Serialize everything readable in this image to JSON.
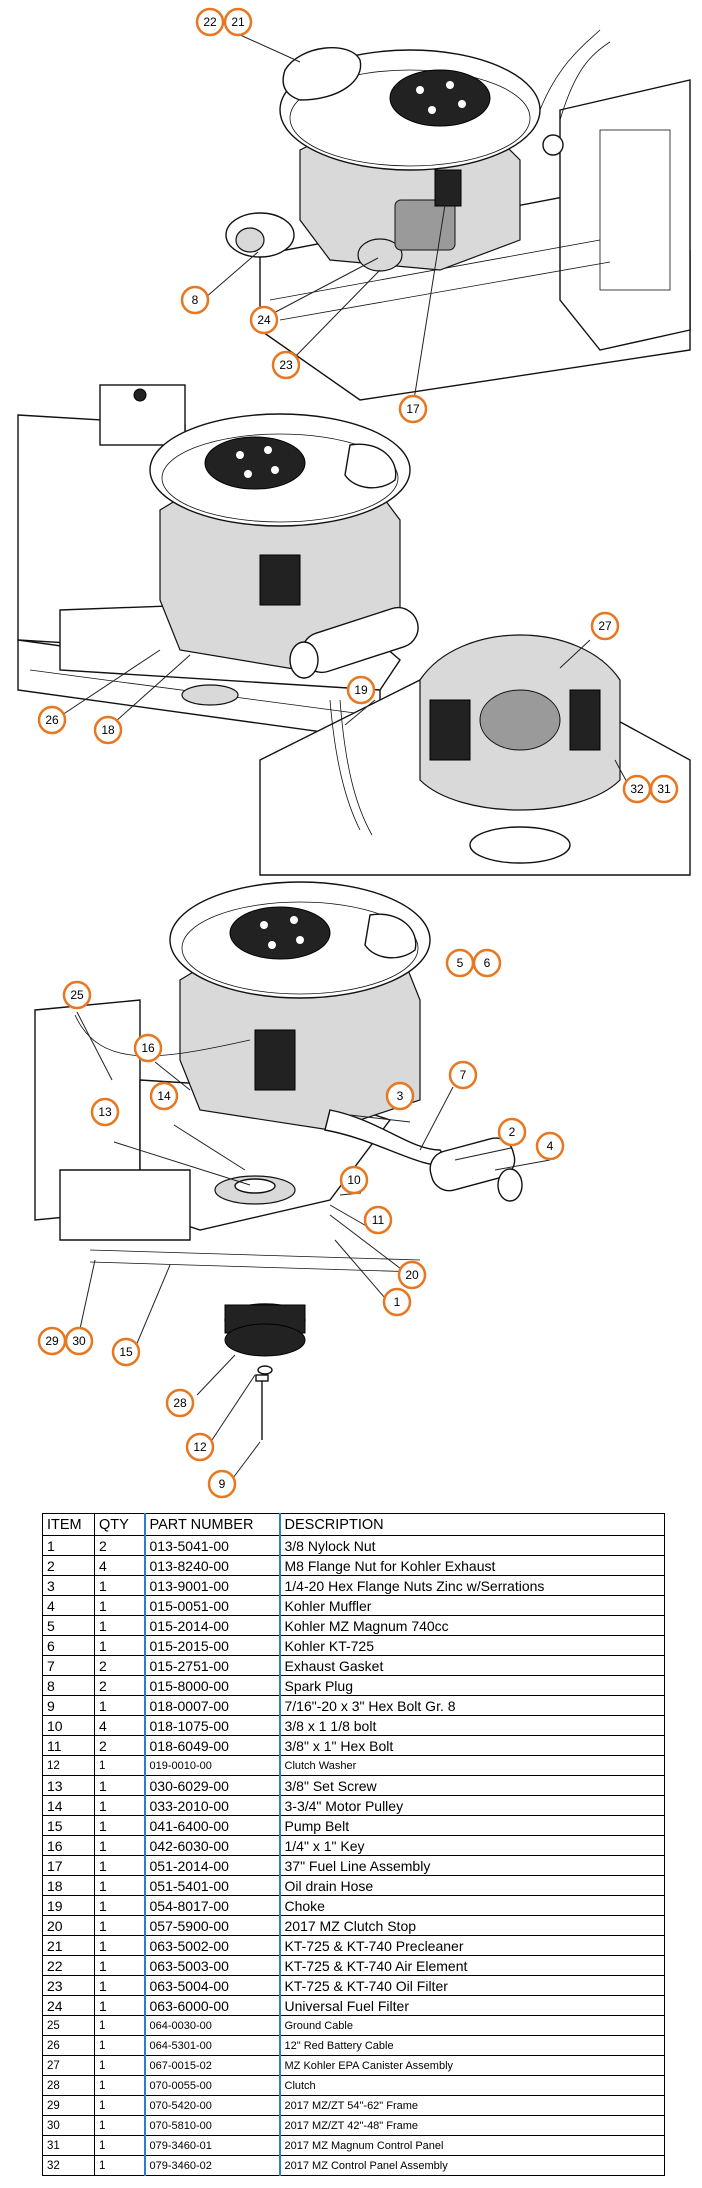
{
  "diagram": {
    "callouts": [
      {
        "id": "callout-22",
        "label": "22"
      },
      {
        "id": "callout-21",
        "label": "21"
      },
      {
        "id": "callout-8",
        "label": "8"
      },
      {
        "id": "callout-24",
        "label": "24"
      },
      {
        "id": "callout-23",
        "label": "23"
      },
      {
        "id": "callout-17",
        "label": "17"
      },
      {
        "id": "callout-26",
        "label": "26"
      },
      {
        "id": "callout-18",
        "label": "18"
      },
      {
        "id": "callout-27",
        "label": "27"
      },
      {
        "id": "callout-19",
        "label": "19"
      },
      {
        "id": "callout-32",
        "label": "32"
      },
      {
        "id": "callout-31",
        "label": "31"
      },
      {
        "id": "callout-5",
        "label": "5"
      },
      {
        "id": "callout-6",
        "label": "6"
      },
      {
        "id": "callout-25",
        "label": "25"
      },
      {
        "id": "callout-16",
        "label": "16"
      },
      {
        "id": "callout-7",
        "label": "7"
      },
      {
        "id": "callout-13",
        "label": "13"
      },
      {
        "id": "callout-14",
        "label": "14"
      },
      {
        "id": "callout-3",
        "label": "3"
      },
      {
        "id": "callout-2",
        "label": "2"
      },
      {
        "id": "callout-4",
        "label": "4"
      },
      {
        "id": "callout-10",
        "label": "10"
      },
      {
        "id": "callout-11",
        "label": "11"
      },
      {
        "id": "callout-20",
        "label": "20"
      },
      {
        "id": "callout-1",
        "label": "1"
      },
      {
        "id": "callout-29",
        "label": "29"
      },
      {
        "id": "callout-30",
        "label": "30"
      },
      {
        "id": "callout-15",
        "label": "15"
      },
      {
        "id": "callout-28",
        "label": "28"
      },
      {
        "id": "callout-12",
        "label": "12"
      },
      {
        "id": "callout-9",
        "label": "9"
      }
    ]
  },
  "table": {
    "headers": {
      "item": "ITEM",
      "qty": "QTY",
      "part_number": "PART NUMBER",
      "description": "DESCRIPTION"
    },
    "rows": [
      {
        "item": "1",
        "qty": "2",
        "pn": "013-5041-00",
        "desc": "3/8 Nylock Nut"
      },
      {
        "item": "2",
        "qty": "4",
        "pn": "013-8240-00",
        "desc": "M8 Flange Nut for Kohler Exhaust"
      },
      {
        "item": "3",
        "qty": "1",
        "pn": "013-9001-00",
        "desc": "1/4-20 Hex Flange Nuts Zinc w/Serrations"
      },
      {
        "item": "4",
        "qty": "1",
        "pn": "015-0051-00",
        "desc": "Kohler Muffler"
      },
      {
        "item": "5",
        "qty": "1",
        "pn": "015-2014-00",
        "desc": "Kohler MZ Magnum 740cc"
      },
      {
        "item": "6",
        "qty": "1",
        "pn": "015-2015-00",
        "desc": "Kohler KT-725"
      },
      {
        "item": "7",
        "qty": "2",
        "pn": "015-2751-00",
        "desc": "Exhaust Gasket"
      },
      {
        "item": "8",
        "qty": "2",
        "pn": "015-8000-00",
        "desc": "Spark Plug"
      },
      {
        "item": "9",
        "qty": "1",
        "pn": "018-0007-00",
        "desc": "7/16\"-20 x 3\" Hex Bolt Gr. 8"
      },
      {
        "item": "10",
        "qty": "4",
        "pn": "018-1075-00",
        "desc": "3/8 x 1 1/8 bolt"
      },
      {
        "item": "11",
        "qty": "2",
        "pn": "018-6049-00",
        "desc": "3/8\" x 1\" Hex Bolt"
      },
      {
        "item": "12",
        "qty": "1",
        "pn": "019-0010-00",
        "desc": "Clutch Washer",
        "small": true
      },
      {
        "item": "13",
        "qty": "1",
        "pn": "030-6029-00",
        "desc": "3/8\" Set Screw"
      },
      {
        "item": "14",
        "qty": "1",
        "pn": "033-2010-00",
        "desc": "3-3/4\" Motor Pulley"
      },
      {
        "item": "15",
        "qty": "1",
        "pn": "041-6400-00",
        "desc": "Pump Belt"
      },
      {
        "item": "16",
        "qty": "1",
        "pn": "042-6030-00",
        "desc": "1/4\" x 1\" Key"
      },
      {
        "item": "17",
        "qty": "1",
        "pn": "051-2014-00",
        "desc": "37\" Fuel Line Assembly"
      },
      {
        "item": "18",
        "qty": "1",
        "pn": "051-5401-00",
        "desc": "Oil drain Hose"
      },
      {
        "item": "19",
        "qty": "1",
        "pn": "054-8017-00",
        "desc": "Choke"
      },
      {
        "item": "20",
        "qty": "1",
        "pn": "057-5900-00",
        "desc": "2017 MZ Clutch Stop"
      },
      {
        "item": "21",
        "qty": "1",
        "pn": "063-5002-00",
        "desc": "KT-725 & KT-740 Precleaner"
      },
      {
        "item": "22",
        "qty": "1",
        "pn": "063-5003-00",
        "desc": "KT-725 & KT-740 Air Element"
      },
      {
        "item": "23",
        "qty": "1",
        "pn": "063-5004-00",
        "desc": "KT-725 & KT-740 Oil Filter"
      },
      {
        "item": "24",
        "qty": "1",
        "pn": "063-6000-00",
        "desc": "Universal Fuel Filter"
      },
      {
        "item": "25",
        "qty": "1",
        "pn": "064-0030-00",
        "desc": "Ground Cable",
        "small": true
      },
      {
        "item": "26",
        "qty": "1",
        "pn": "064-5301-00",
        "desc": "12\" Red Battery Cable",
        "small": true
      },
      {
        "item": "27",
        "qty": "1",
        "pn": "067-0015-02",
        "desc": "MZ Kohler EPA Canister Assembly",
        "small": true
      },
      {
        "item": "28",
        "qty": "1",
        "pn": "070-0055-00",
        "desc": "Clutch",
        "small": true
      },
      {
        "item": "29",
        "qty": "1",
        "pn": "070-5420-00",
        "desc": "2017 MZ/ZT 54\"-62\" Frame",
        "small": true
      },
      {
        "item": "30",
        "qty": "1",
        "pn": "070-5810-00",
        "desc": "2017 MZ/ZT 42\"-48\" Frame",
        "small": true
      },
      {
        "item": "31",
        "qty": "1",
        "pn": "079-3460-01",
        "desc": "2017 MZ Magnum Control Panel",
        "small": true
      },
      {
        "item": "32",
        "qty": "1",
        "pn": "079-3460-02",
        "desc": "2017 MZ Control Panel Assembly",
        "small": true
      }
    ]
  }
}
